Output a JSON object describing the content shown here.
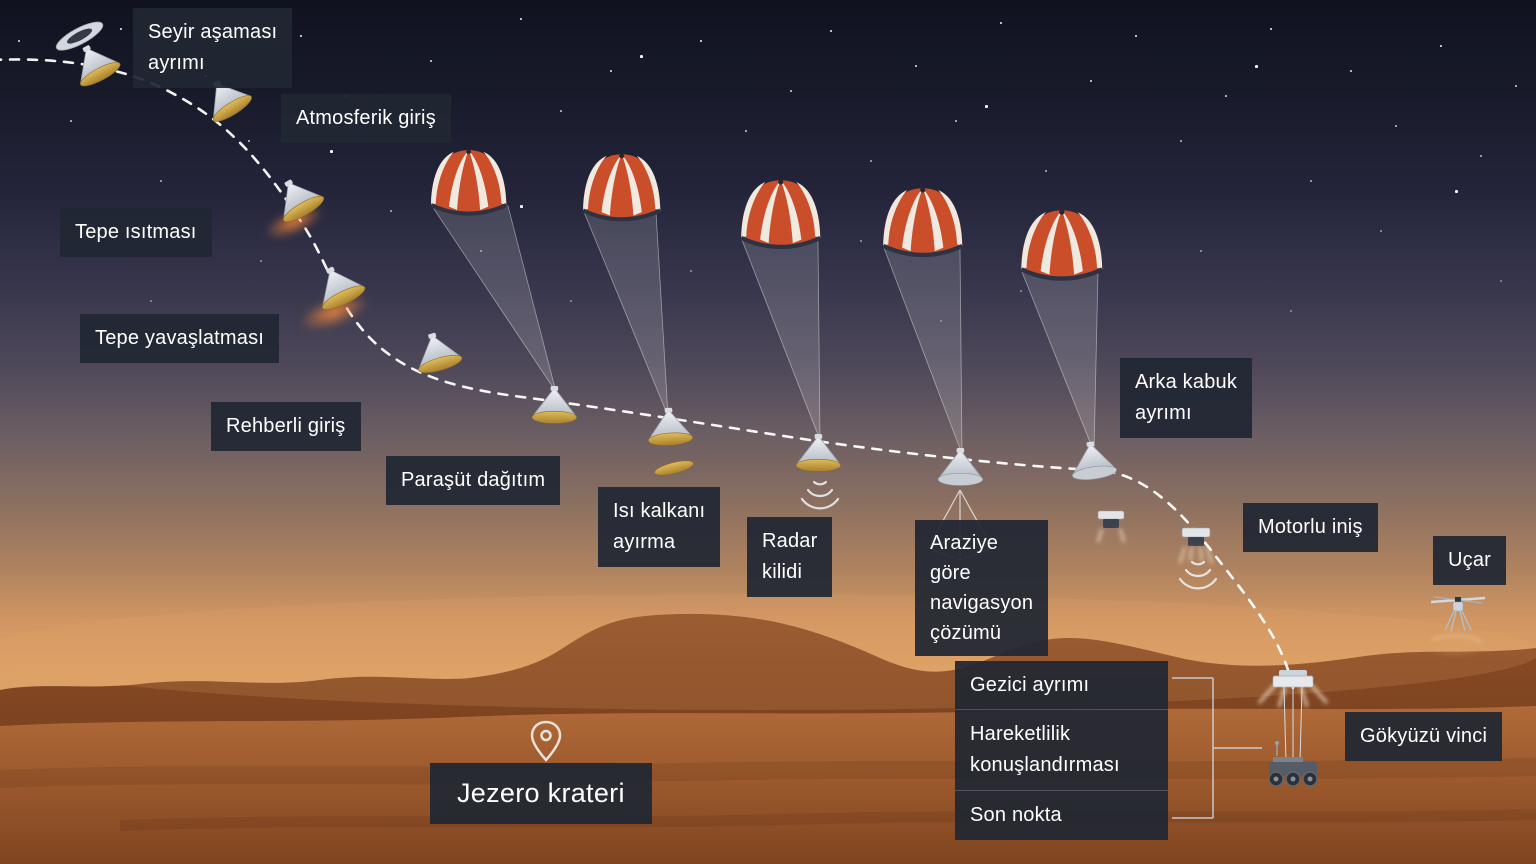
{
  "colors": {
    "label_background": "#202733",
    "label_text": "#ffffff",
    "parachute_orange": "#cb4e2a",
    "parachute_white": "#efe9e0",
    "trajectory": "#ffffff",
    "sky_top": "#101220",
    "horizon_glow": "#d19763",
    "terrain_mountains": "#8a4c25",
    "terrain_ground": "#9a582c",
    "heat_shield_gold": "#c89a3e"
  },
  "icons": {
    "location_pin": "map-pin-outline"
  },
  "labels": {
    "cruise_stage_separation": "Seyir aşaması\nayrımı",
    "atmospheric_entry": "Atmosferik giriş",
    "peak_heating": "Tepe ısıtması",
    "peak_deceleration": "Tepe yavaşlatması",
    "guided_entry": "Rehberli giriş",
    "parachute_deploy": "Paraşüt dağıtım",
    "heat_shield_separation": "Isı kalkanı\nayırma",
    "radar_lock": "Radar\nkilidi",
    "terrain_relative_navigation": "Araziye\ngöre\nnavigasyon\nçözümü",
    "backshell_separation": "Arka kabuk\nayrımı",
    "powered_descent": "Motorlu iniş",
    "flies": "Uçar",
    "rover_separation": "Gezici ayrımı",
    "mobility_deployment": "Hareketlilik\nkonuşlandırması",
    "touchdown": "Son nokta",
    "sky_crane": "Gökyüzü vinci",
    "jezero_crater": "Jezero krateri"
  }
}
